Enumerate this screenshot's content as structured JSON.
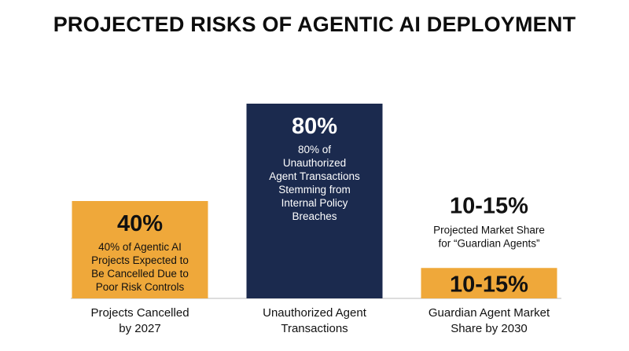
{
  "title": "PROJECTED RISKS OF AGENTIC AI DEPLOYMENT",
  "colors": {
    "accent_orange": "#EFA83A",
    "navy": "#1B2A4E",
    "baseline": "#dddddd"
  },
  "chart_data": {
    "type": "bar",
    "title": "PROJECTED RISKS OF AGENTIC AI DEPLOYMENT",
    "categories": [
      [
        "Projects Cancelled",
        "by 2027"
      ],
      [
        "Unauthorized Agent",
        "Transactions"
      ],
      [
        "Guardian Agent Market",
        "Share by 2030"
      ]
    ],
    "values": [
      40,
      80,
      12.5
    ],
    "value_labels": [
      "40%",
      "80%",
      "10-15%"
    ],
    "descriptions": [
      [
        "40% of Agentic AI",
        "Projects Expected to",
        "Be Cancelled Due to",
        "Poor Risk Controls"
      ],
      [
        "80% of",
        "Unauthorized",
        "Agent Transactions",
        "Stemming from",
        "Internal Policy",
        "Breaches"
      ],
      [
        "Projected Market Share",
        "for “Guardian Agents”"
      ]
    ],
    "bar_colors": [
      "#EFA83A",
      "#1B2A4E",
      "#EFA83A"
    ],
    "label_position": [
      "inside",
      "inside",
      "above-and-inside"
    ],
    "ylim": [
      0,
      100
    ],
    "grid": false,
    "legend": "none",
    "xlabel": "",
    "ylabel": ""
  }
}
